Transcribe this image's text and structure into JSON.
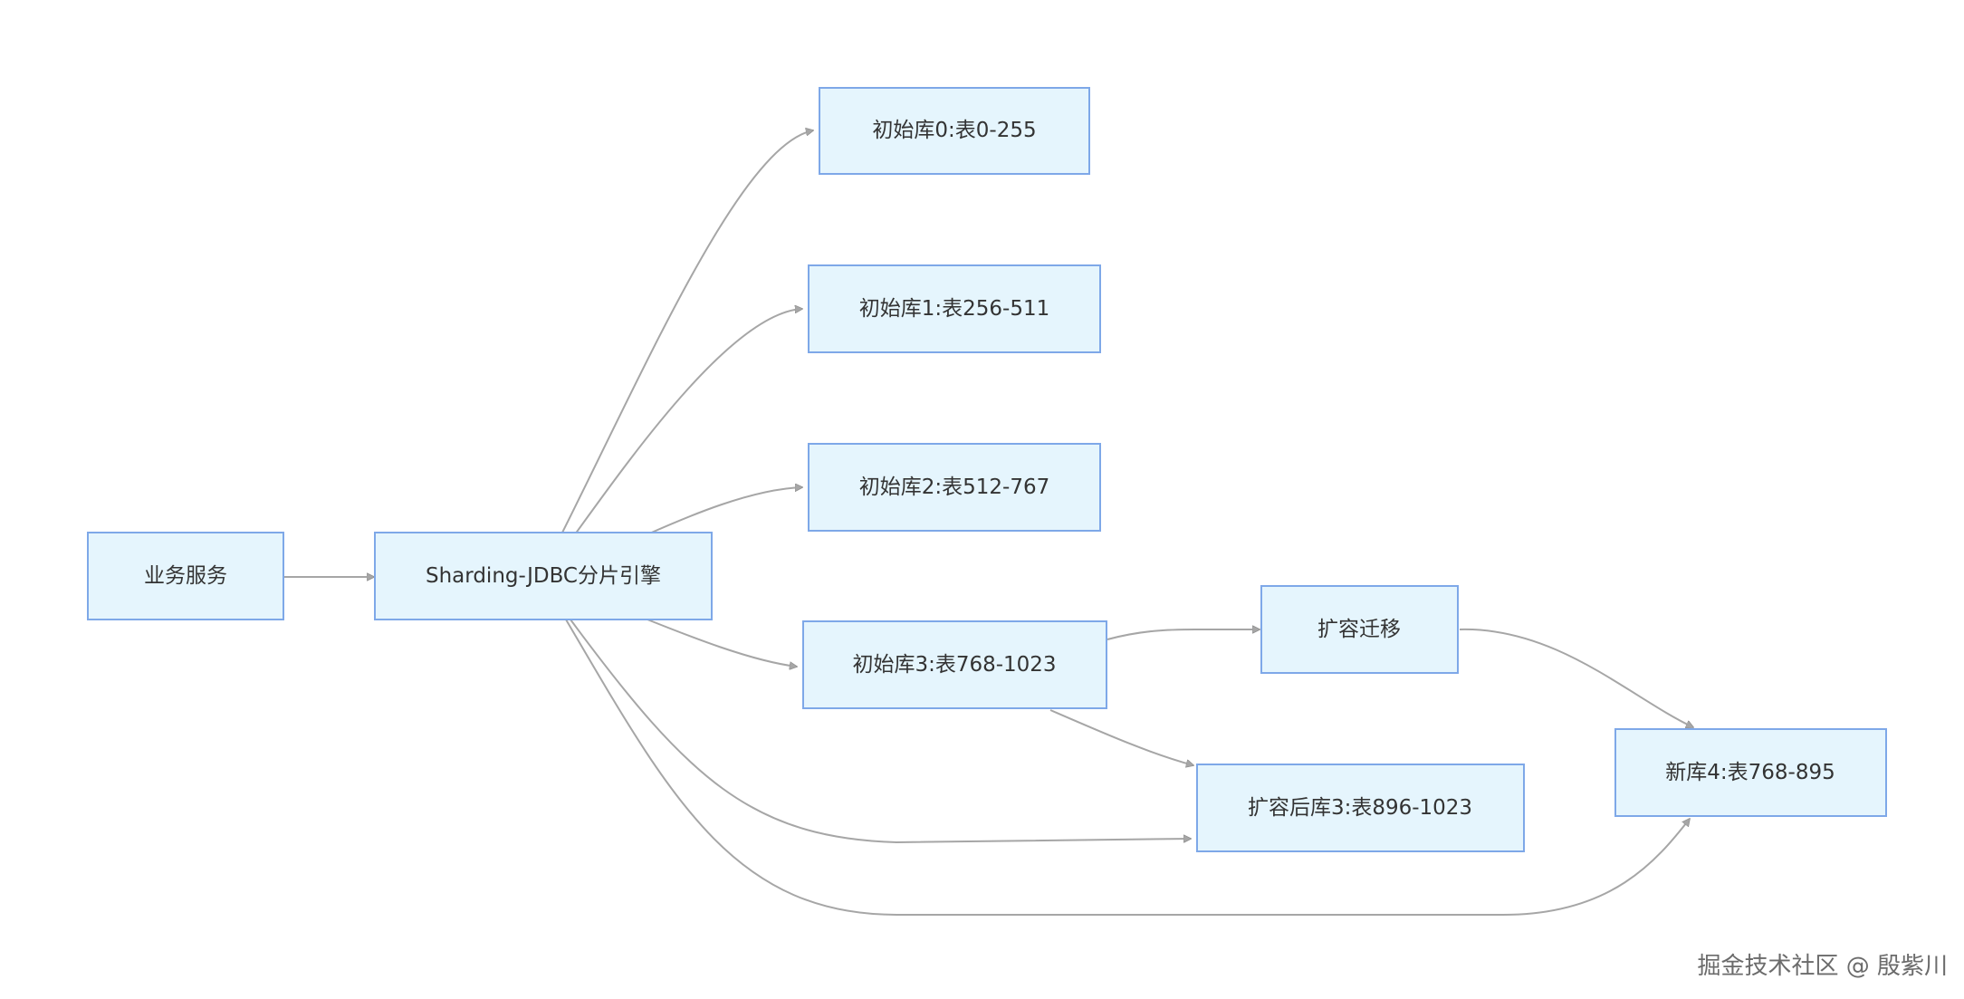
{
  "diagram": {
    "nodes": [
      {
        "id": "svc",
        "label": "业务服务"
      },
      {
        "id": "jdbc",
        "label": "Sharding-JDBC分片引擎"
      },
      {
        "id": "db0",
        "label": "初始库0:表0-255"
      },
      {
        "id": "db1",
        "label": "初始库1:表256-511"
      },
      {
        "id": "db2",
        "label": "初始库2:表512-767"
      },
      {
        "id": "db3",
        "label": "初始库3:表768-1023"
      },
      {
        "id": "mig",
        "label": "扩容迁移"
      },
      {
        "id": "db3b",
        "label": "扩容后库3:表896-1023"
      },
      {
        "id": "db4",
        "label": "新库4:表768-895"
      }
    ],
    "edges": [
      {
        "from": "svc",
        "to": "jdbc"
      },
      {
        "from": "jdbc",
        "to": "db0"
      },
      {
        "from": "jdbc",
        "to": "db1"
      },
      {
        "from": "jdbc",
        "to": "db2"
      },
      {
        "from": "jdbc",
        "to": "db3"
      },
      {
        "from": "jdbc",
        "to": "db3b"
      },
      {
        "from": "jdbc",
        "to": "db4"
      },
      {
        "from": "db3",
        "to": "mig"
      },
      {
        "from": "db3",
        "to": "db3b"
      },
      {
        "from": "mig",
        "to": "db4"
      }
    ]
  },
  "watermark": "掘金技术社区 @ 殷紫川"
}
